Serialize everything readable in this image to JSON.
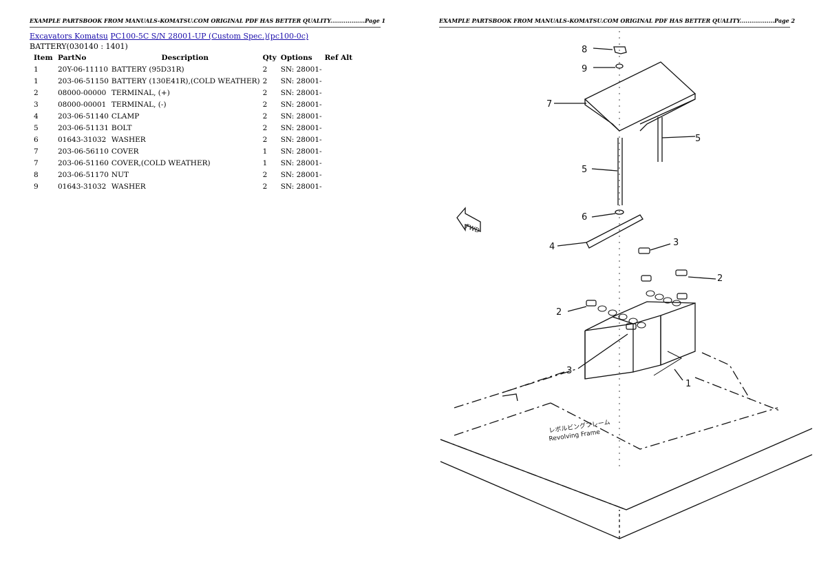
{
  "page1_header": "EXAMPLE PARTSBOOK FROM MANUALS-KOMATSU.COM ORIGINAL PDF HAS BETTER QUALITY..................Page 1",
  "page2_header": "EXAMPLE PARTSBOOK FROM MANUALS-KOMATSU.COM ORIGINAL PDF HAS BETTER QUALITY..................Page 2",
  "breadcrumb": {
    "link1": "Excavators Komatsu",
    "link2": "PC100-5C S/N 28001-UP (Custom Spec.)(pc100-0c)"
  },
  "section_title": "BATTERY(030140 : 1401)",
  "table": {
    "headers": [
      "Item",
      "PartNo",
      "Description",
      "Qty",
      "Options",
      "Ref Alt"
    ],
    "rows": [
      {
        "item": "1",
        "partno": "20Y-06-11110",
        "description": "BATTERY (95D31R)",
        "qty": "2",
        "options": "SN: 28001-"
      },
      {
        "item": "1",
        "partno": "203-06-51150",
        "description": "BATTERY (130E41R),(COLD WEATHER)",
        "qty": "2",
        "options": "SN: 28001-"
      },
      {
        "item": "2",
        "partno": "08000-00000",
        "description": "TERMINAL, (+)",
        "qty": "2",
        "options": "SN: 28001-"
      },
      {
        "item": "3",
        "partno": "08000-00001",
        "description": "TERMINAL, (-)",
        "qty": "2",
        "options": "SN: 28001-"
      },
      {
        "item": "4",
        "partno": "203-06-51140",
        "description": "CLAMP",
        "qty": "2",
        "options": "SN: 28001-"
      },
      {
        "item": "5",
        "partno": "203-06-51131",
        "description": "BOLT",
        "qty": "2",
        "options": "SN: 28001-"
      },
      {
        "item": "6",
        "partno": "01643-31032",
        "description": "WASHER",
        "qty": "2",
        "options": "SN: 28001-"
      },
      {
        "item": "7",
        "partno": "203-06-56110",
        "description": "COVER",
        "qty": "1",
        "options": "SN: 28001-"
      },
      {
        "item": "7",
        "partno": "203-06-51160",
        "description": "COVER,(COLD WEATHER)",
        "qty": "1",
        "options": "SN: 28001-"
      },
      {
        "item": "8",
        "partno": "203-06-51170",
        "description": "NUT",
        "qty": "2",
        "options": "SN: 28001-"
      },
      {
        "item": "9",
        "partno": "01643-31032",
        "description": "WASHER",
        "qty": "2",
        "options": "SN: 28001-"
      }
    ]
  },
  "diagram": {
    "callouts": [
      "8",
      "9",
      "7",
      "5",
      "5",
      "6",
      "4",
      "3",
      "2",
      "2",
      "3",
      "1"
    ],
    "fwd_label": "FWD",
    "frame_label_jp": "レボルビングフレーム",
    "frame_label_en": "Revolving Frame"
  }
}
